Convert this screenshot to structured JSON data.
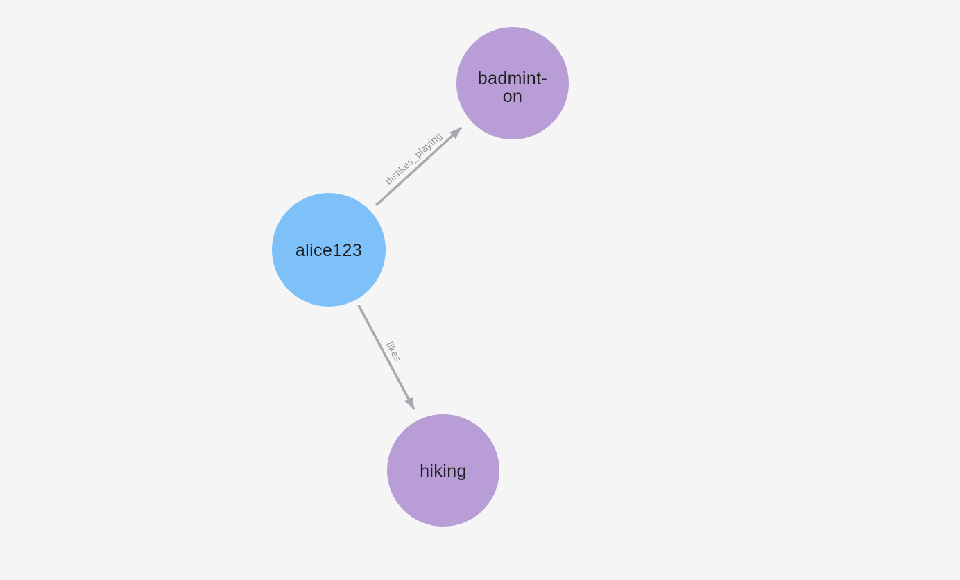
{
  "canvas": {
    "background_color": "#F4F5F4"
  },
  "graph": {
    "type": "node-link-graph",
    "nodes": [
      {
        "id": "alice123",
        "lines": [
          "alice123"
        ],
        "fill_color": "#7DC1F8",
        "text_color": "#1E2022"
      },
      {
        "id": "badminton",
        "lines": [
          "badmint-",
          "on"
        ],
        "fill_color": "#B89DD6",
        "text_color": "#1E2022"
      },
      {
        "id": "hiking",
        "lines": [
          "hiking"
        ],
        "fill_color": "#B89DD6",
        "text_color": "#1E2022"
      }
    ],
    "edges": [
      {
        "label": "dislikes_playing",
        "from": "alice123",
        "to": "badminton",
        "color": "#A6A9B0"
      },
      {
        "label": "likes",
        "from": "alice123",
        "to": "hiking",
        "color": "#A6A9B0"
      }
    ],
    "edge_label_color": "#8C8F94"
  }
}
